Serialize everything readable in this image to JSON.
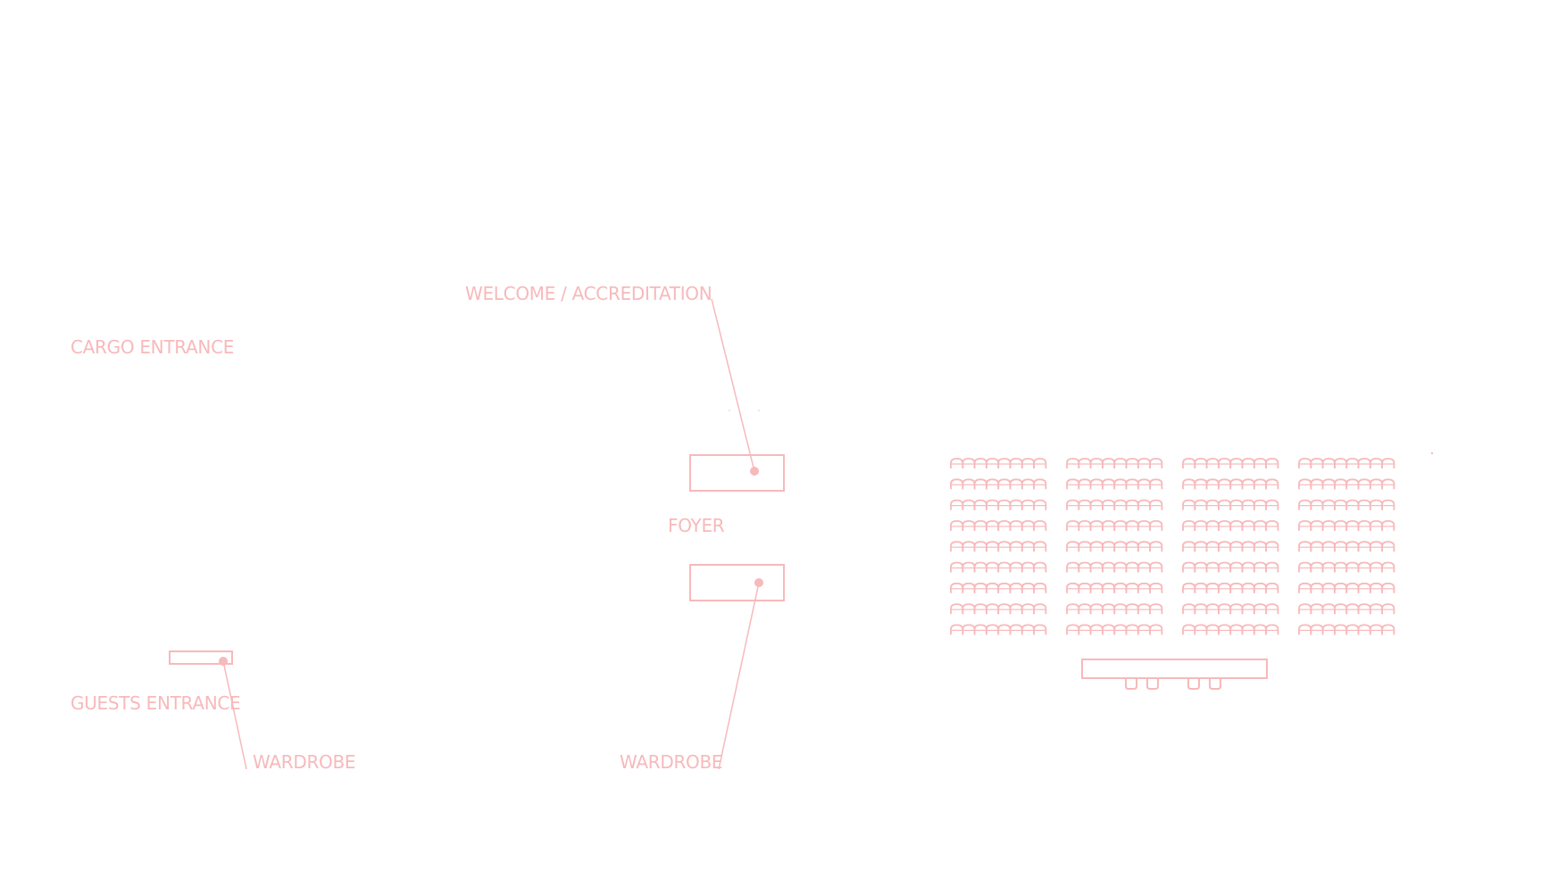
{
  "colors": {
    "accent": "#f7b9bb",
    "background": "#ffffff"
  },
  "labels": {
    "cargo_entrance": "CARGO ENTRANCE",
    "guests_entrance": "GUESTS ENTRANCE",
    "wardrobe_left": "WARDROBE",
    "welcome": "WELCOME / ACCREDITATION",
    "foyer": "FOYER",
    "wardrobe_right": "WARDROBE"
  },
  "seating": {
    "blocks": 4,
    "rows_per_block": 9,
    "seats_per_row": 8
  },
  "stage": {
    "chairs": 4
  }
}
